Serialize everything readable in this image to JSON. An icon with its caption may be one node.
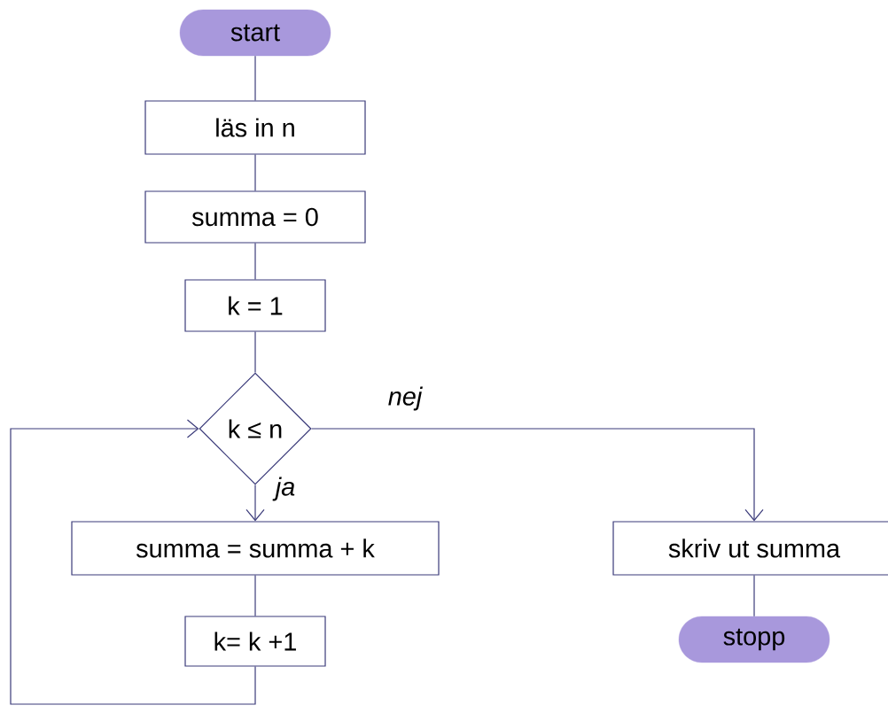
{
  "diagram": {
    "nodes": [
      {
        "text": [
          "start"
        ]
      },
      {
        "text": [
          "läs in n"
        ]
      },
      {
        "text": [
          "summa = 0"
        ]
      },
      {
        "text": [
          "k = 1"
        ]
      },
      {
        "text": [
          "k ≤ n"
        ]
      },
      {
        "text": [
          "summa = summa + k"
        ]
      },
      {
        "text": [
          "k= k +1"
        ]
      },
      {
        "text": [
          "skriv ut summa"
        ]
      },
      {
        "text": [
          "stopp"
        ]
      }
    ],
    "edges": [
      {
        "from": 0,
        "to": 1,
        "arrow": "none"
      },
      {
        "from": 1,
        "to": 2,
        "arrow": "none"
      },
      {
        "from": 2,
        "to": 3,
        "arrow": "none"
      },
      {
        "from": 3,
        "to": 4,
        "arrow": "none"
      },
      {
        "from": 4,
        "to": 5,
        "arrow": "to",
        "label": "ja"
      },
      {
        "from": 5,
        "to": 6,
        "arrow": "none"
      },
      {
        "from": 6,
        "to": 4,
        "arrow": "to"
      },
      {
        "from": 4,
        "to": 7,
        "arrow": "to",
        "label": "nej"
      },
      {
        "from": 7,
        "to": 8,
        "arrow": "none"
      }
    ]
  }
}
